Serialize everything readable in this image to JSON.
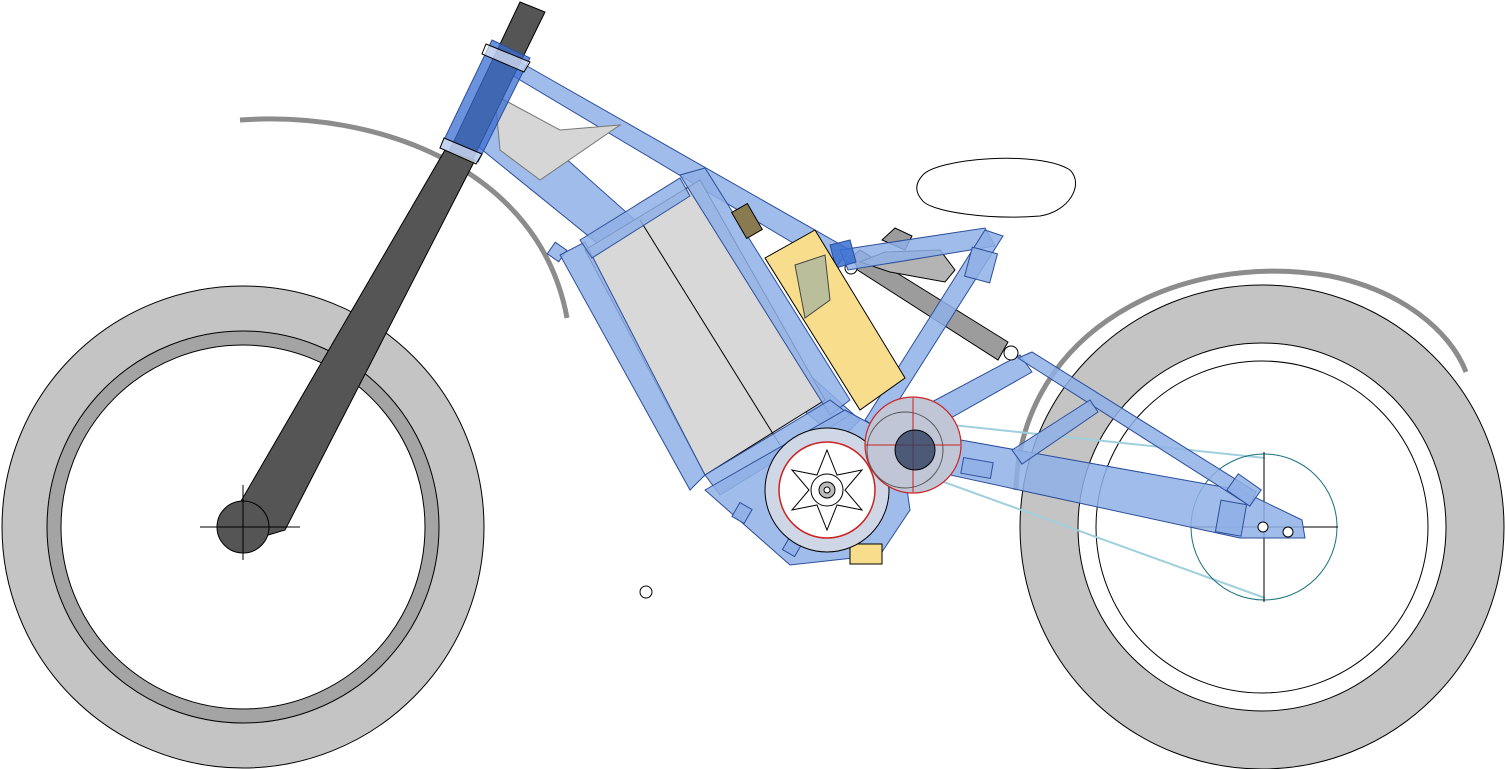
{
  "drawing": {
    "kind": "electric-motorcycle-side-elevation",
    "parts": [
      "front-wheel",
      "rear-wheel",
      "front-fender",
      "rear-fender",
      "fork",
      "head-tube",
      "main-frame",
      "battery-pack",
      "controller-box",
      "hub-motor",
      "reduction-sprocket",
      "chain",
      "swingarm",
      "rear-shock",
      "seat",
      "rear-sprocket"
    ]
  },
  "colors": {
    "frame_fill": "#8fb0e6",
    "frame_stroke": "#2d4f9a",
    "tire": "#c4c4c4",
    "rim_front": "#a4a4a4",
    "fork": "#555555",
    "battery": "#d8d8d8",
    "controller": "#f8de8c",
    "shock": "#9c9c9c",
    "fender": "#8c8c8c",
    "chain": "#9fd0dc",
    "motor_accent": "#cc2222",
    "line": "#000000"
  }
}
